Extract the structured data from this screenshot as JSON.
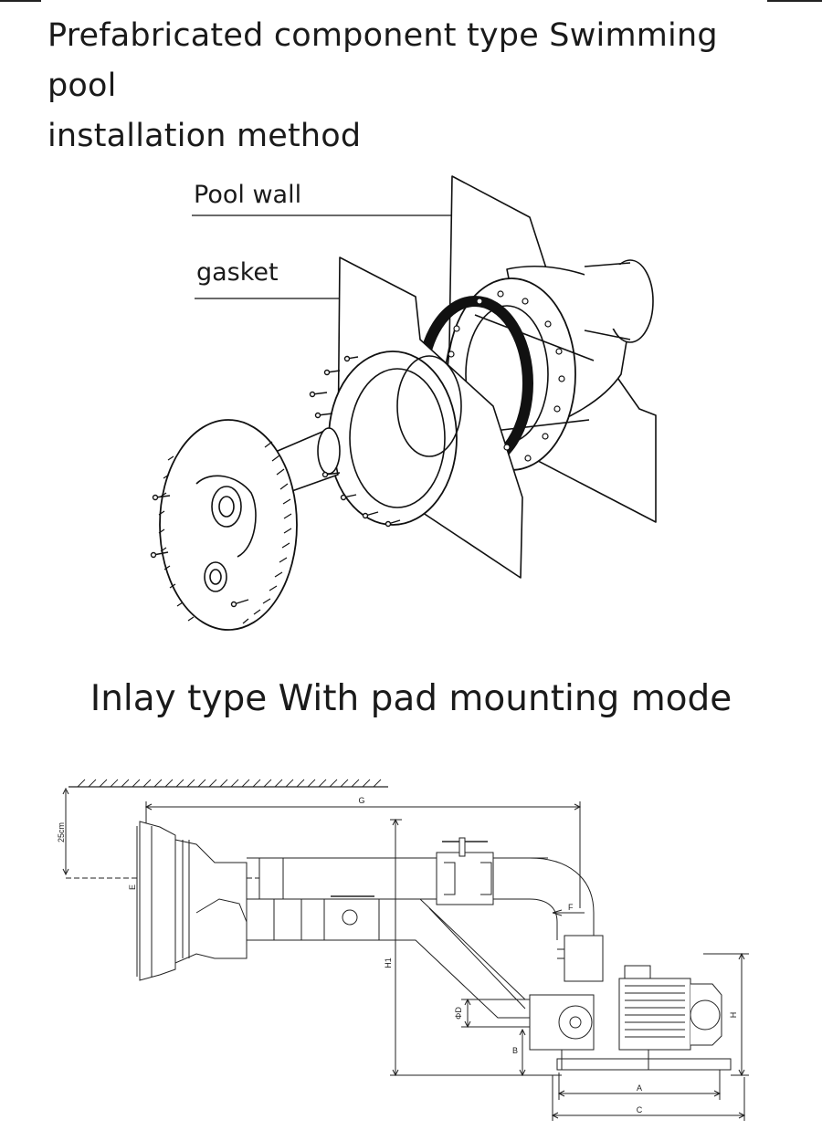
{
  "header": {
    "title_line1": "Prefabricated component type Swimming pool",
    "title_line2": "installation method"
  },
  "exploded_view": {
    "labels": {
      "pool_wall": "Pool wall",
      "gasket": "gasket"
    }
  },
  "section2": {
    "title": "Inlay type With pad mounting mode"
  },
  "dimension_drawing": {
    "labels": {
      "height_25": "25cm",
      "G": "G",
      "E": "E",
      "F": "F",
      "H1": "H1",
      "D": "ΦD",
      "B": "B",
      "H": "H",
      "A": "A",
      "C": "C"
    }
  }
}
